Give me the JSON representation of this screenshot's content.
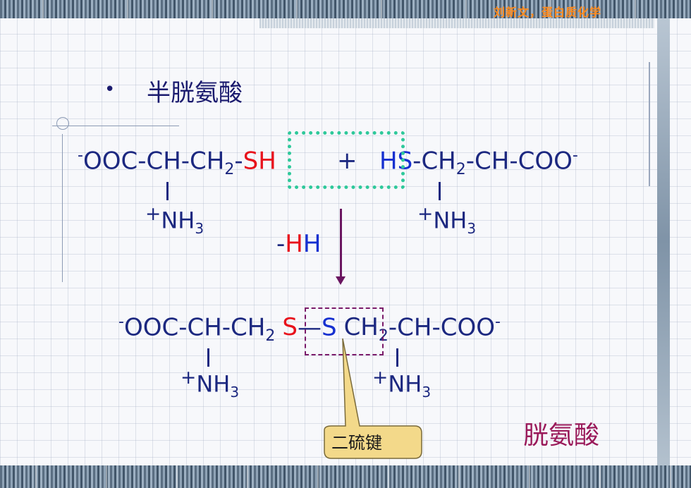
{
  "header": {
    "credit": "刘新文，蛋白质化学"
  },
  "title": {
    "bullet": "•",
    "text": "半胱氨酸"
  },
  "reactant_left": {
    "charge": "-",
    "chain": "OOC-CH-CH",
    "ch2_sub": "2",
    "dash": "-",
    "s": "S",
    "h": "H"
  },
  "plus": "+",
  "reactant_right": {
    "h": "H",
    "s": "S",
    "chain": "-CH",
    "ch2_sub": "2",
    "rest": "-CH-COO",
    "charge": "-"
  },
  "amine": {
    "plus": "+",
    "nh": "NH",
    "sub": "3"
  },
  "elimination": {
    "dash": "-",
    "h1": "H",
    "h2": "H"
  },
  "product": {
    "charge": "-",
    "chain": "OOC-CH-CH",
    "ch2_sub": "2",
    "s_left": "S",
    "bond": "—",
    "s_right": "S",
    "tail": "CH",
    "tail_sub": "2",
    "rest": "-CH-COO",
    "end_charge": "-"
  },
  "callout": {
    "label": "二硫键"
  },
  "product_name": "胱氨酸",
  "colors": {
    "text": "#1c2880",
    "sulfur_red": "#e8121c",
    "sulfur_blue": "#1630d0",
    "callout_fill": "#f3d98a",
    "dotted_box": "#2fc99b",
    "dashed_box": "#7a1a6a",
    "product_name": "#9a1a5a",
    "credit": "#ff8a1c"
  }
}
